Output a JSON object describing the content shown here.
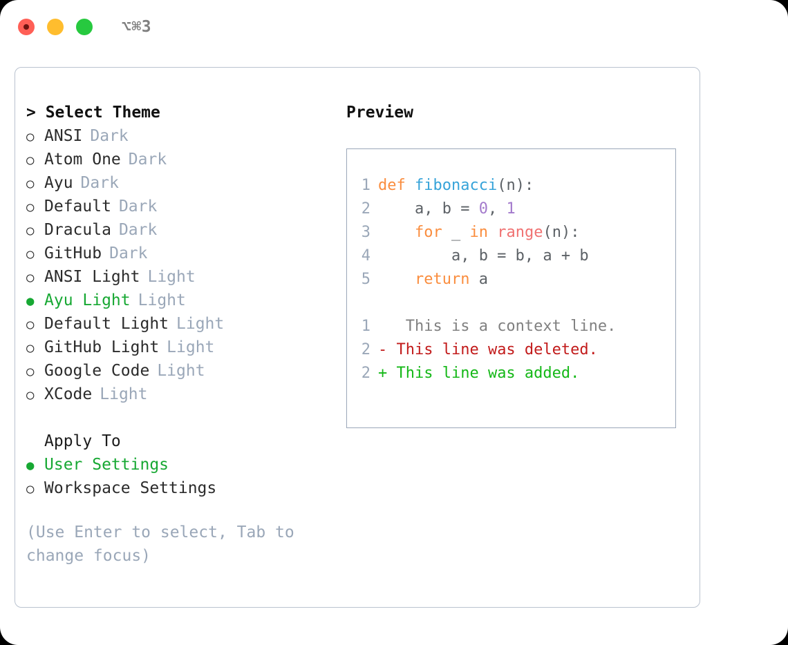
{
  "titlebar": {
    "shortcut": "⌥⌘3",
    "lights": [
      {
        "name": "close",
        "color": "#ff5f56"
      },
      {
        "name": "minimize",
        "color": "#ffbd2e"
      },
      {
        "name": "maximize",
        "color": "#27c93f"
      }
    ]
  },
  "theme_section": {
    "header": "> Select Theme",
    "items": [
      {
        "marker": "○",
        "name": "ANSI",
        "tag": "Dark",
        "selected": false
      },
      {
        "marker": "○",
        "name": "Atom One",
        "tag": "Dark",
        "selected": false
      },
      {
        "marker": "○",
        "name": "Ayu",
        "tag": "Dark",
        "selected": false
      },
      {
        "marker": "○",
        "name": "Default",
        "tag": "Dark",
        "selected": false
      },
      {
        "marker": "○",
        "name": "Dracula",
        "tag": "Dark",
        "selected": false
      },
      {
        "marker": "○",
        "name": "GitHub",
        "tag": "Dark",
        "selected": false
      },
      {
        "marker": "○",
        "name": "ANSI Light",
        "tag": "Light",
        "selected": false
      },
      {
        "marker": "●",
        "name": "Ayu Light",
        "tag": "Light",
        "selected": true
      },
      {
        "marker": "○",
        "name": "Default Light",
        "tag": "Light",
        "selected": false
      },
      {
        "marker": "○",
        "name": "GitHub Light",
        "tag": "Light",
        "selected": false
      },
      {
        "marker": "○",
        "name": "Google Code",
        "tag": "Light",
        "selected": false
      },
      {
        "marker": "○",
        "name": "XCode",
        "tag": "Light",
        "selected": false
      }
    ]
  },
  "apply_section": {
    "header": "Apply To",
    "items": [
      {
        "marker": "●",
        "name": "User Settings",
        "selected": true
      },
      {
        "marker": "○",
        "name": "Workspace Settings",
        "selected": false
      }
    ]
  },
  "hint": "(Use Enter to select, Tab to change focus)",
  "preview": {
    "title": "Preview",
    "code_lines": [
      {
        "number": "1",
        "tokens": [
          {
            "text": "def",
            "type": "kw"
          },
          {
            "text": " ",
            "type": "id"
          },
          {
            "text": "fibonacci",
            "type": "fn"
          },
          {
            "text": "(n):",
            "type": "punct"
          }
        ]
      },
      {
        "number": "2",
        "tokens": [
          {
            "text": "    a, b = ",
            "type": "id"
          },
          {
            "text": "0",
            "type": "num"
          },
          {
            "text": ", ",
            "type": "id"
          },
          {
            "text": "1",
            "type": "num"
          }
        ]
      },
      {
        "number": "3",
        "tokens": [
          {
            "text": "    ",
            "type": "id"
          },
          {
            "text": "for",
            "type": "kw"
          },
          {
            "text": " _ ",
            "type": "id"
          },
          {
            "text": "in",
            "type": "kw"
          },
          {
            "text": " ",
            "type": "id"
          },
          {
            "text": "range",
            "type": "call"
          },
          {
            "text": "(n):",
            "type": "punct"
          }
        ]
      },
      {
        "number": "4",
        "tokens": [
          {
            "text": "        a, b = b, a + b",
            "type": "id"
          }
        ]
      },
      {
        "number": "5",
        "tokens": [
          {
            "text": "    ",
            "type": "id"
          },
          {
            "text": "return",
            "type": "kw"
          },
          {
            "text": " a",
            "type": "id"
          }
        ]
      }
    ],
    "diff_lines": [
      {
        "number": "1",
        "marker": " ",
        "text": "  This is a context line.",
        "kind": "ctx"
      },
      {
        "number": "2",
        "marker": "-",
        "text": " This line was deleted.",
        "kind": "del"
      },
      {
        "number": "2",
        "marker": "+",
        "text": " This line was added.",
        "kind": "add"
      }
    ]
  },
  "colors": {
    "accent_green": "#17a833",
    "muted": "#9aa7b8",
    "keyword": "#fa8d3e",
    "function": "#36a3d9",
    "number": "#a37acc",
    "call": "#f07171",
    "diff_add": "#14b817",
    "diff_del": "#c21b1b",
    "border": "#b9c2cf"
  }
}
